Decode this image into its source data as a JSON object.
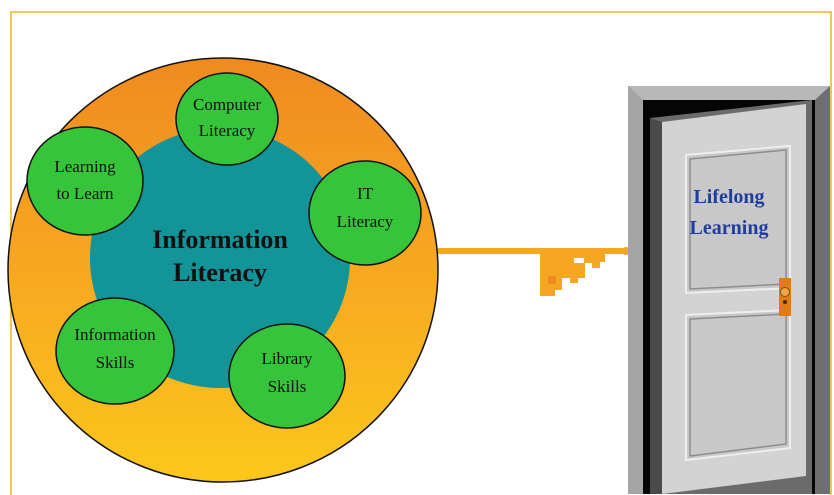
{
  "colors": {
    "frame": "#f2b01e",
    "big_circle_top": "#f28c1e",
    "big_circle_bottom": "#fbc21c",
    "center_disc": "#129498",
    "small_circle": "#35c43a",
    "key": "#f5a623",
    "door_title": "#1f3d9c"
  },
  "center": {
    "line1": "Information",
    "line2": "Literacy"
  },
  "satellites": [
    {
      "id": "computer-literacy",
      "line1": "Computer",
      "line2": "Literacy"
    },
    {
      "id": "it-literacy",
      "line1": "IT",
      "line2": "Literacy"
    },
    {
      "id": "library-skills",
      "line1": "Library",
      "line2": "Skills"
    },
    {
      "id": "information-skills",
      "line1": "Information",
      "line2": "Skills"
    },
    {
      "id": "learning-to-learn",
      "line1": "Learning",
      "line2": "to Learn"
    }
  ],
  "door": {
    "line1": "Lifelong",
    "line2": "Learning"
  }
}
